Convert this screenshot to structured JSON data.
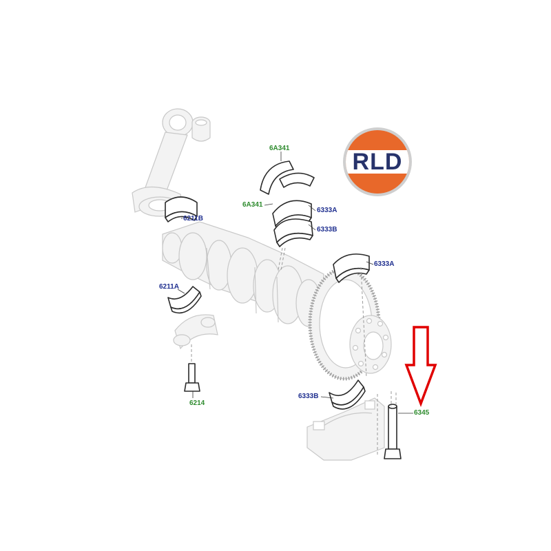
{
  "colors": {
    "line": "#c8c8c8",
    "line_dark": "#9a9a9a",
    "part_fill": "#f3f3f3",
    "bearing_fill": "#ffffff",
    "bearing_stroke": "#2a2a2a",
    "label_blue": "#1f2f8f",
    "label_green": "#2e8b2e",
    "leader": "#333333",
    "arrow": "#e00000",
    "logo_orange": "#e8682a",
    "logo_white": "#ffffff",
    "logo_text": "#27336b",
    "logo_ring": "#cfcfcf"
  },
  "logo": {
    "text": "RLD"
  },
  "labels": {
    "6A341_top": "6A341",
    "6A341_mid": "6A341",
    "6333A_upper": "6333A",
    "6333B_upper": "6333B",
    "6211B": "6211B",
    "6333A_right": "6333A",
    "6211A": "6211A",
    "6214": "6214",
    "6333B_lower": "6333B",
    "6345": "6345"
  },
  "icons": {
    "highlight_arrow": "down-arrow-icon"
  }
}
